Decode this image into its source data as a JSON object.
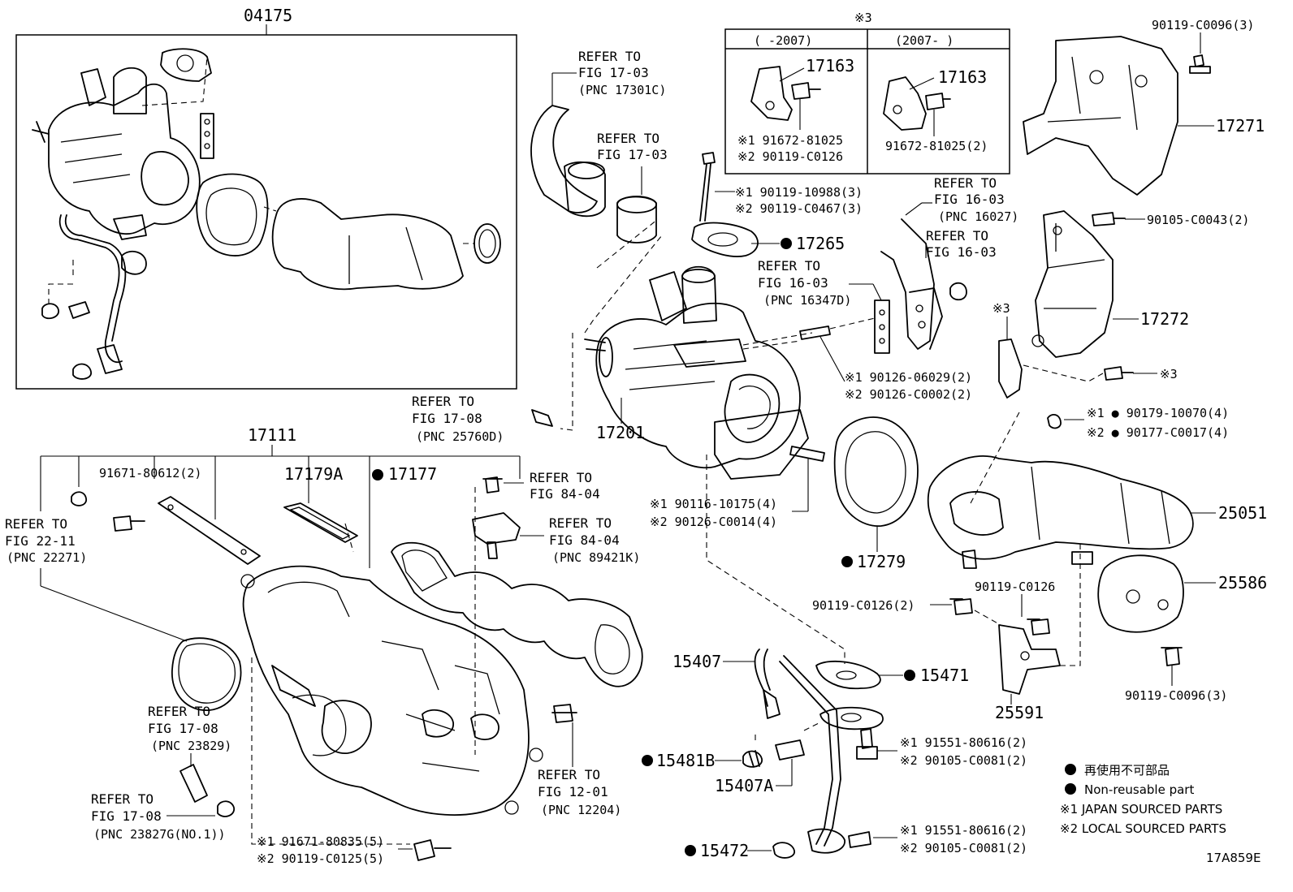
{
  "labels": {
    "l04175": "04175",
    "l17111": "17111",
    "l17201": "17201",
    "l17163a": "17163",
    "l17163b": "17163",
    "l17271": "17271",
    "l17272": "17272",
    "l17265": "17265",
    "l17279": "17279",
    "l25051": "25051",
    "l25586": "25586",
    "l25591": "25591",
    "l15407": "15407",
    "l15407a": "15407A",
    "l15471": "15471",
    "l15472": "15472",
    "l15481b": "15481B",
    "l17179a": "17179A",
    "l17177": "17177",
    "p91671_80612": "91671-80612(2)",
    "p90119_c0096_top": "90119-C0096(3)",
    "p90119_c0096_bot": "90119-C0096(3)",
    "p90105_c0043": "90105-C0043(2)",
    "p90119_c0126": "90119-C0126",
    "p90119_c0126_2": "90119-C0126(2)",
    "p91672_81025_2": "91672-81025(2)",
    "note3_right": "※3",
    "note3_mid": "※3"
  },
  "box3": {
    "title": "※3",
    "left_header": "(    -2007)",
    "right_header": "(2007-    )",
    "left_l1": "※1 91672-81025",
    "left_l2": "※2 90119-C0126"
  },
  "notes": {
    "n90119_10988": "※1 90119-10988(3)",
    "n90119_c0467": "※2 90119-C0467(3)",
    "n90126_06029": "※1 90126-06029(2)",
    "n90126_c0002": "※2 90126-C0002(2)",
    "n90179_10070": "※1 ● 90179-10070(4)",
    "n90177_c0017": "※2 ● 90177-C0017(4)",
    "n90116_10175": "※1 90116-10175(4)",
    "n90126_c0014": "※2 90126-C0014(4)",
    "n91551_80616a": "※1 91551-80616(2)",
    "n90105_c0081a": "※2 90105-C0081(2)",
    "n91551_80616b": "※1 91551-80616(2)",
    "n90105_c0081b": "※2 90105-C0081(2)",
    "n91671_80835": "※1 91671-80835(5)",
    "n90119_c0125": "※2 90119-C0125(5)"
  },
  "refs": {
    "r1703a": {
      "l1": "REFER TO",
      "l2": "FIG 17-03",
      "l3": "(PNC 17301C)"
    },
    "r1703b": {
      "l1": "REFER TO",
      "l2": "FIG 17-03"
    },
    "r1603a": {
      "l1": "REFER TO",
      "l2": "FIG 16-03",
      "l3": "(PNC 16027)"
    },
    "r1603b": {
      "l1": "REFER TO",
      "l2": "FIG 16-03"
    },
    "r1603c": {
      "l1": "REFER TO",
      "l2": "FIG 16-03",
      "l3": "(PNC 16347D)"
    },
    "r1708a": {
      "l1": "REFER TO",
      "l2": "FIG 17-08",
      "l3": "(PNC 25760D)"
    },
    "r8404a": {
      "l1": "REFER TO",
      "l2": "FIG 84-04"
    },
    "r8404b": {
      "l1": "REFER TO",
      "l2": "FIG 84-04",
      "l3": "(PNC 89421K)"
    },
    "r2211": {
      "l1": "REFER TO",
      "l2": "FIG 22-11",
      "l3": "(PNC 22271)"
    },
    "r1708b": {
      "l1": "REFER TO",
      "l2": "FIG 17-08",
      "l3": "(PNC 23829)"
    },
    "r1708c": {
      "l1": "REFER TO",
      "l2": "FIG 17-08",
      "l3": "(PNC 23827G(NO.1))"
    },
    "r1201": {
      "l1": "REFER TO",
      "l2": "FIG 12-01",
      "l3": "(PNC 12204)"
    }
  },
  "legend": {
    "jp": "再使用不可部品",
    "en": "Non-reusable part",
    "n1": "※1 JAPAN SOURCED PARTS",
    "n2": "※2 LOCAL SOURCED PARTS"
  },
  "figure_code": "17A859E"
}
